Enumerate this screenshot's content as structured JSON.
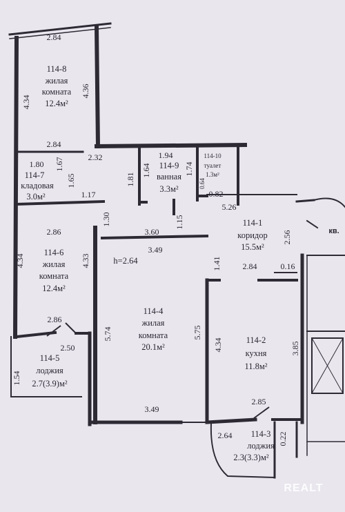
{
  "rooms": {
    "r8": {
      "id": "114-8",
      "l1": "жилая",
      "l2": "комната",
      "area": "12.4м²"
    },
    "r7": {
      "id": "114-7",
      "l1": "кладовая",
      "area": "3.0м²"
    },
    "r9": {
      "id": "114-9",
      "l1": "ванная",
      "area": "3.3м²"
    },
    "r10": {
      "id": "114-10",
      "l1": "туалет",
      "area": "1.3м²"
    },
    "r1": {
      "id": "114-1",
      "l1": "коридор",
      "area": "15.5м²"
    },
    "r6": {
      "id": "114-6",
      "l1": "жилая",
      "l2": "комната",
      "area": "12.4м²"
    },
    "r4": {
      "id": "114-4",
      "l1": "жилая",
      "l2": "комната",
      "area": "20.1м²"
    },
    "r2": {
      "id": "114-2",
      "l1": "кухня",
      "area": "11.8м²"
    },
    "r5": {
      "id": "114-5",
      "l1": "лоджия",
      "area": "2.7(3.9)м²"
    },
    "r3": {
      "id": "114-3",
      "l1": "лоджия",
      "area": "2.3(3.3)м²"
    }
  },
  "dims": {
    "d1": "2.84",
    "d2": "4.34",
    "d3": "4.36",
    "d4": "2.84",
    "d5": "1.80",
    "d6": "1.67",
    "d7": "1.65",
    "d8": "2.32",
    "d9": "1.17",
    "d10": "1.94",
    "d11": "1.81",
    "d12": "1.64",
    "d13": "1.74",
    "d14": "0.64",
    "d15": "0.82",
    "d16": "5.26",
    "d17": "1.30",
    "d18": "1.15",
    "d19": "3.60",
    "d20": "2.56",
    "d21": "2.86",
    "d22": "3.49",
    "d23": "1.41",
    "d24": "2.84",
    "d25": "0.16",
    "d26": "4.34",
    "d27": "4.33",
    "d28": "2.86",
    "d29": "5.74",
    "d30": "5.75",
    "d31": "4.34",
    "d32": "3.85",
    "d33": "2.50",
    "d34": "1.54",
    "d35": "3.49",
    "d36": "2.85",
    "d37": "2.64",
    "d38": "0.22"
  },
  "height": "h=2.64",
  "entrance": "кв.",
  "watermark": "REALT"
}
